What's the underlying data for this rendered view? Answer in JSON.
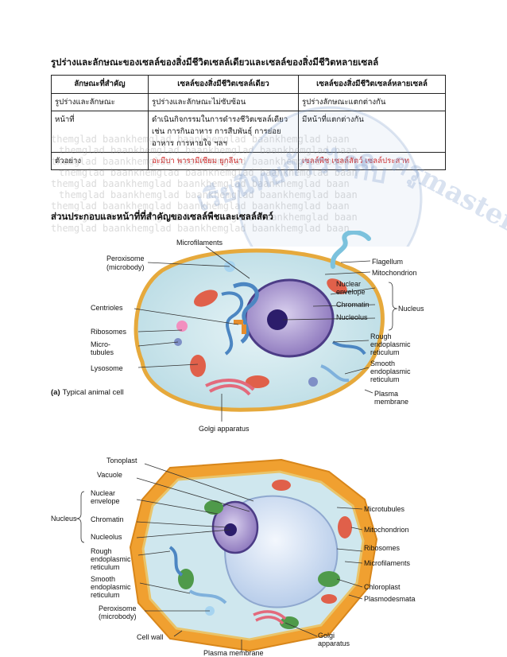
{
  "heading": "รูปร่างและลักษณะของเซลล์ของสิ่งมีชีวิตเซลล์เดียวและเซลล์ของสิ่งมีชีวิตหลายเซลล์",
  "table": {
    "headers": [
      "ลักษณะที่สำคัญ",
      "เซลล์ของสิ่งมีชีวิตเซลล์เดียว",
      "เซลล์ของสิ่งมีชีวิตเซลล์หลายเซลล์"
    ],
    "rows": [
      [
        "รูปร่างและลักษณะ",
        "รูปร่างและลักษณะไม่ซับซ้อน",
        "รูปร่างลักษณะแตกต่างกัน"
      ],
      [
        "หน้าที่",
        "ดำเนินกิจกรรมในการดำรงชีวิตเซลล์เดียว เช่น การกินอาหาร การสืบพันธุ์ การย่อยอาหาร การหายใจ ฯลฯ",
        "มีหน้าที่แตกต่างกัน"
      ],
      [
        "ตัวอย่าง",
        "อะมีบา พารามีเซียม ยูกลีนา",
        "เซลล์พืช เซลล์สัตว์ เซลล์ประสาท"
      ]
    ]
  },
  "heading2": "ส่วนประกอบและหน้าที่ที่สำคัญของเซลล์พืชและเซลล์สัตว์",
  "watermark": {
    "text": "themglad baankhemglad baankhemglad baankhemglad baan",
    "logo_words": [
      "เรียนิทย",
      "ก้าวไกล",
      "กับ",
      "ครูmaster"
    ]
  },
  "animal_diagram": {
    "caption_prefix": "(a)",
    "caption": "Typical animal cell",
    "left_labels": [
      "Peroxisome",
      "(microbody)",
      "Centrioles",
      "Ribosomes",
      "Micro-",
      "tubules",
      "Lysosome"
    ],
    "top_label": "Microfilaments",
    "right_labels": [
      "Flagellum",
      "Mitochondrion",
      "Nuclear",
      "envelope",
      "Chromatin",
      "Nucleolus",
      "Rough",
      "endoplasmic",
      "reticulum",
      "Smooth",
      "endoplasmic",
      "reticulum",
      "Plasma",
      "membrane"
    ],
    "group_label": "Nucleus",
    "bottom_label": "Golgi apparatus"
  },
  "plant_diagram": {
    "left_labels": [
      "Tonoplast",
      "Vacuole",
      "Nuclear",
      "envelope",
      "Chromatin",
      "Nucleolus",
      "Rough",
      "endoplasmic",
      "reticulum",
      "Smooth",
      "endoplasmic",
      "reticulum",
      "Peroxisome",
      "(microbody)",
      "Cell wall"
    ],
    "group_label": "Nucleus",
    "right_labels": [
      "Microtubules",
      "Mitochondrion",
      "Ribosomes",
      "Microfilaments",
      "Chloroplast",
      "Plasmodesmata",
      "Golgi",
      "apparatus"
    ],
    "bottom_label": "Plasma membrane"
  },
  "colors": {
    "cytoplasm": "#cfe7ee",
    "membrane": "#f2c25a",
    "nucleus": "#9a86c4",
    "mitochondria": "#e0604a",
    "er": "#5a8fc6",
    "chloroplast": "#4f9a4a",
    "vacuole": "#c9d9f0",
    "cell_wall": "#f0a030"
  }
}
